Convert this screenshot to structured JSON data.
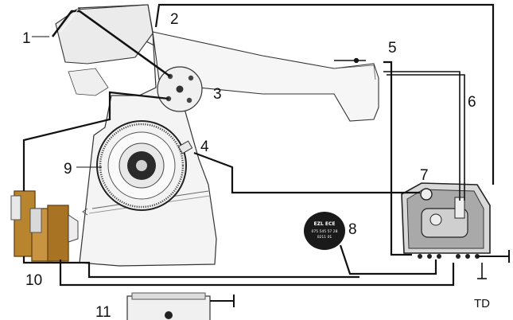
{
  "diagram": {
    "callouts": [
      {
        "id": 1,
        "text": "1"
      },
      {
        "id": 2,
        "text": "2"
      },
      {
        "id": 3,
        "text": "3"
      },
      {
        "id": 4,
        "text": "4"
      },
      {
        "id": 5,
        "text": "5"
      },
      {
        "id": 6,
        "text": "6"
      },
      {
        "id": 7,
        "text": "7"
      },
      {
        "id": 8,
        "text": "8"
      },
      {
        "id": 9,
        "text": "9"
      },
      {
        "id": 10,
        "text": "10"
      },
      {
        "id": 11,
        "text": "11"
      }
    ],
    "td_label": "TD",
    "plug_text": {
      "line1": "EZL  ECE",
      "line2": "075 545 57 28",
      "line3": "0211 01"
    },
    "colors": {
      "line": "#111111",
      "part_fill": "#f2f2f2",
      "part_stroke": "#333333",
      "coil": "#b8842e",
      "coil_dark": "#6e4a14",
      "plug": "#1a1a1a"
    }
  }
}
